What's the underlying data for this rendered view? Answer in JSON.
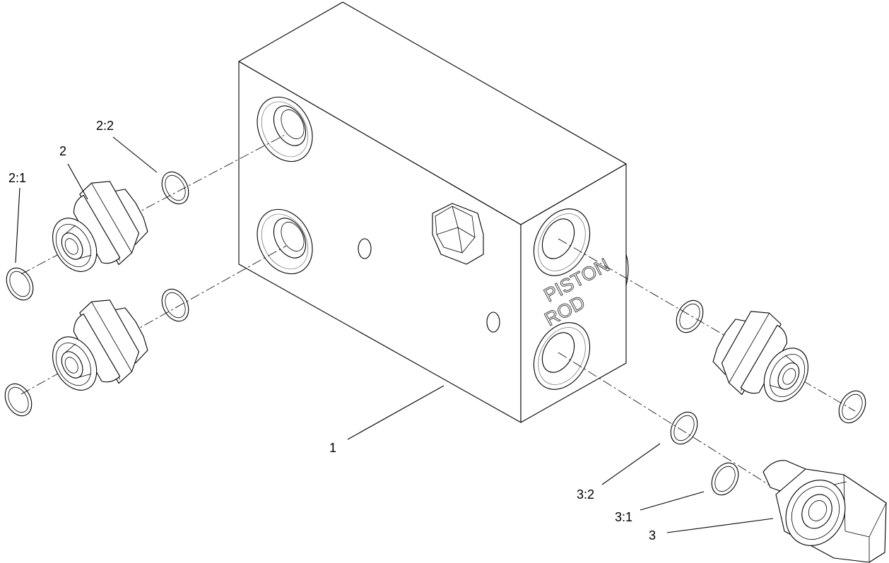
{
  "diagram": {
    "callouts": {
      "body": "1",
      "fitting_2": "2",
      "oring_2_1": "2:1",
      "oring_2_2": "2:2",
      "fitting_3": "3",
      "oring_3_1": "3:1",
      "oring_3_2": "3:2"
    },
    "stamp": {
      "line1": "PISTON",
      "line2": "ROD"
    }
  }
}
